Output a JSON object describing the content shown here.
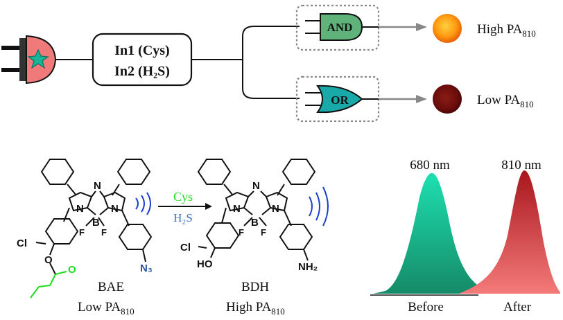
{
  "logic": {
    "inputs_box": {
      "line1": "In1 (Cys)",
      "line2": "In2 (H₂S)"
    },
    "and_gate": {
      "label": "AND",
      "fill": "#5fb37a"
    },
    "or_gate": {
      "label": "OR",
      "fill": "#1aa9a9"
    },
    "output_high": {
      "label": "High PA",
      "sub": "810",
      "color": "#ff9a10"
    },
    "output_low": {
      "label": "Low PA",
      "sub": "810",
      "color": "#7a0e0e"
    },
    "plug": {
      "fill": "#f07a7a",
      "star": "#18b49a",
      "icon": "plug-icon"
    }
  },
  "reaction": {
    "reagent_top": "Cys",
    "reagent_top_color": "#22dd22",
    "reagent_bottom": "H₂S",
    "reagent_bottom_color": "#3b6fc0",
    "reactant": {
      "name": "BAE",
      "pa": "Low PA",
      "sub": "810",
      "azide": "N₃"
    },
    "product": {
      "name": "BDH",
      "pa": "High PA",
      "sub": "810",
      "amine": "NH₂",
      "hydroxy": "HO"
    },
    "atoms": {
      "N": "N",
      "B": "B",
      "F": "F",
      "Cl": "Cl",
      "O": "O"
    }
  },
  "spectra": {
    "before": {
      "peak_label": "680 nm",
      "caption": "Before",
      "color": "#1fae88"
    },
    "after": {
      "peak_label": "810 nm",
      "caption": "After",
      "color": "#e86a6a"
    }
  }
}
